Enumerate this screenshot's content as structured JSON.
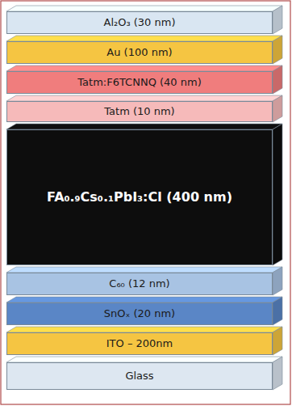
{
  "diagram": {
    "nodes": [
      {
        "text": [
          "Al₂O₃ (30 nm)"
        ]
      },
      {
        "text": [
          "Au (100 nm)"
        ]
      },
      {
        "text": [
          "Tatm:F6TCNNQ (40 nm)"
        ]
      },
      {
        "text": [
          "Tatm (10 nm)"
        ]
      },
      {
        "text": [
          "FA₀.₉Cs₀.₁PbI₃:Cl (400 nm)"
        ]
      },
      {
        "text": [
          "C₆₀ (12 nm)"
        ]
      },
      {
        "text": [
          "SnOₓ (20 nm)"
        ]
      },
      {
        "text": [
          "ITO – 200nm"
        ]
      },
      {
        "text": [
          "Glass"
        ]
      }
    ]
  }
}
